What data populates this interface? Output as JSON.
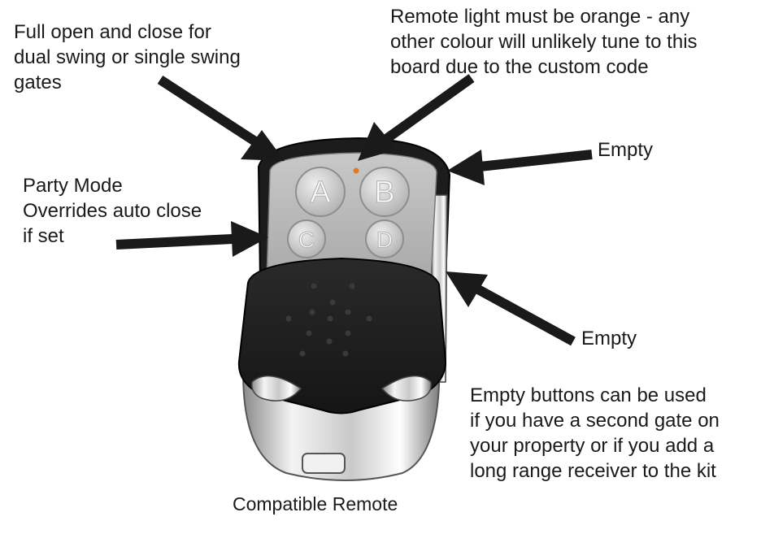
{
  "annotations": {
    "full_open": "Full open and close for\ndual swing or single swing\ngates",
    "light": "Remote light must be orange - any\nother colour will unlikely tune to this\nboard due to the custom code",
    "empty_top": "Empty",
    "party_mode": "Party Mode\nOverrides auto close\nif set",
    "empty_bottom": "Empty",
    "empty_buttons": "Empty buttons can be used\nif you have a second gate on\nyour property or if you add a\nlong range receiver to the kit"
  },
  "caption": "Compatible Remote",
  "remote": {
    "buttons": [
      "A",
      "B",
      "C",
      "D"
    ],
    "led_color": "#e07a1f",
    "body_color": "#1c1c1c",
    "faceplate_color": "#b9b9b9",
    "chrome_color": "#dcdcdc"
  },
  "arrow_color": "#1a1a1a"
}
